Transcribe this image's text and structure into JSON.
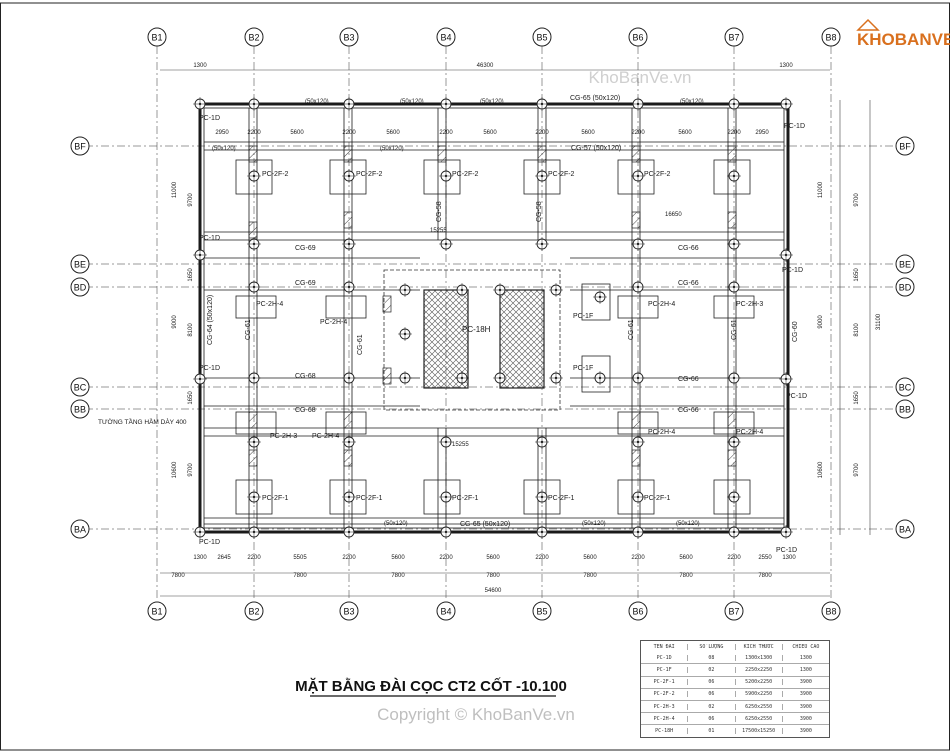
{
  "title": "MẶT BẰNG ĐÀI CỌC CT2 CỐT -10.100",
  "watermark_top": "KhoBanVe.vn",
  "watermark_bottom": "Copyright © KhoBanVe.vn",
  "logo_text": "KHOBANVE",
  "col_grid": [
    "B1",
    "B2",
    "B3",
    "B4",
    "B5",
    "B6",
    "B7",
    "B8"
  ],
  "row_grid": [
    "BF",
    "BE",
    "BD",
    "BC",
    "BB",
    "BA"
  ],
  "dims": {
    "total_width": "54600",
    "total_width_top": "46300",
    "edge": "1300",
    "bays_bottom": [
      "7800",
      "7800",
      "7800",
      "7800",
      "7800",
      "7800",
      "7800"
    ],
    "bay_segments_top": [
      "2950",
      "2200",
      "5600",
      "2200",
      "5600",
      "2200",
      "5600",
      "2200",
      "5600",
      "2200",
      "5600",
      "2200",
      "2950"
    ],
    "bay_segments_bottom": [
      "1300",
      "2645",
      "2200",
      "5505",
      "2200",
      "5600",
      "2200",
      "5600",
      "2200",
      "5600",
      "2200",
      "5600",
      "2200",
      "2550",
      "1300"
    ],
    "right_total": "31100",
    "right_rows": [
      "9700",
      "1650",
      "8100",
      "1650",
      "9700"
    ],
    "left_rows": [
      "11000",
      "9000",
      "10600"
    ],
    "inner_1": "15255",
    "inner_2": "16650"
  },
  "labels": {
    "pc_1d": "PC-1D",
    "pc_2f2": "PC-2F-2",
    "pc_2f1": "PC-2F-1",
    "pc_2h4": "PC-2H-4",
    "pc_2h3": "PC-2H-3",
    "pc_18h": "PC-18H",
    "pc_1f": "PC-1F",
    "cg_65": "CG-65 (50x120)",
    "cg_57": "CG-57 (50x120)",
    "cg_69": "CG-69",
    "cg_66": "CG-66",
    "cg_68": "CG-68",
    "cg_61": "CG-61",
    "cg_64": "CG-64 (50x120)",
    "cg_60": "CG-60",
    "cg_58": "CG-58",
    "beam_size": "(50x120)",
    "wall_note": "TƯỜNG TẦNG HẦM DÀY 400"
  },
  "table": {
    "headers": [
      "TÊN ĐÀI",
      "SỐ LƯỢNG",
      "KÍCH THƯỚC",
      "CHIỀU CAO"
    ],
    "rows": [
      [
        "PC-1D",
        "08",
        "1300x1300",
        "1300"
      ],
      [
        "PC-1F",
        "02",
        "2250x2250",
        "1300"
      ],
      [
        "PC-2F-1",
        "06",
        "5200x2250",
        "3900"
      ],
      [
        "PC-2F-2",
        "06",
        "5900x2250",
        "3900"
      ],
      [
        "PC-2H-3",
        "02",
        "6250x2550",
        "3900"
      ],
      [
        "PC-2H-4",
        "06",
        "6250x2550",
        "3900"
      ],
      [
        "PC-18H",
        "01",
        "17500x15250",
        "3900"
      ]
    ]
  },
  "colors": {
    "line": "#1a1a1a",
    "grid": "#333333",
    "hatch": "#444444",
    "watermark": "#d9d9d9",
    "logo": "#d9701e"
  }
}
